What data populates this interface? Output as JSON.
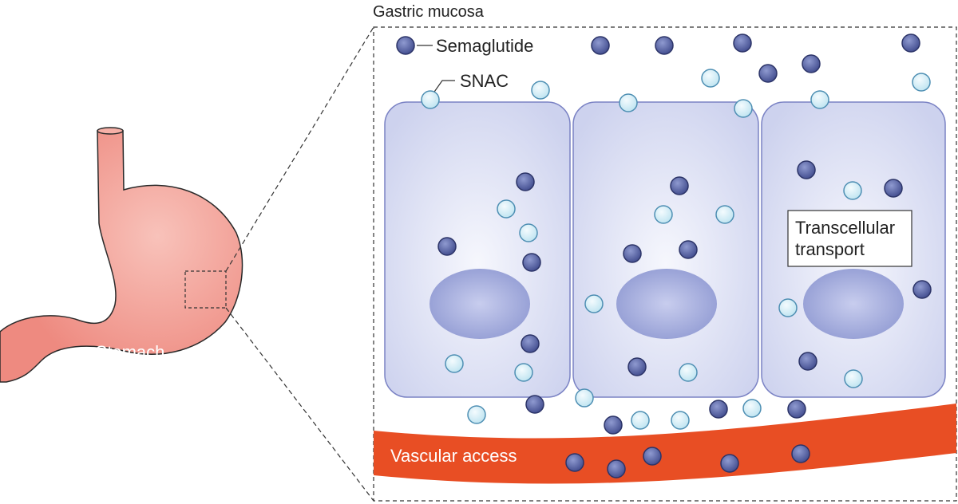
{
  "labels": {
    "panel_title": "Gastric mucosa",
    "semaglutide": "Semaglutide",
    "snac": "SNAC",
    "transcellular_line1": "Transcellular",
    "transcellular_line2": "transport",
    "vascular": "Vascular access",
    "stomach": "Stomach"
  },
  "colors": {
    "semaglutide_fill": "#5d6aa6",
    "semaglutide_stroke": "#2c3468",
    "snac_fill": "#d3eef7",
    "snac_stroke": "#4e8fb3",
    "cell_fill": "#dfe2f5",
    "cell_stroke": "#7a82c4",
    "nucleus_fill": "#98a1d6",
    "vessel": "#e84e24",
    "stomach_fill": "#f08c82",
    "stomach_stroke": "#2a2a2a"
  }
}
